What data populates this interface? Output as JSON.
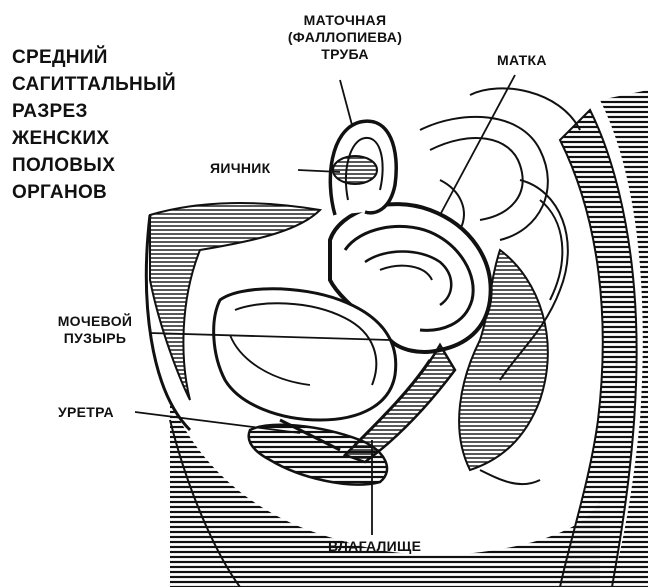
{
  "title": {
    "lines": [
      "СРЕДНИЙ",
      "САГИТТАЛЬНЫЙ",
      "РАЗРЕЗ",
      "ЖЕНСКИХ",
      "ПОЛОВЫХ",
      "ОРГАНОВ"
    ]
  },
  "labels": {
    "tube": [
      "МАТОЧНАЯ",
      "(ФАЛЛОПИЕВА)",
      "ТРУБА"
    ],
    "uterus": "МАТКА",
    "ovary": "ЯИЧНИК",
    "bladder": [
      "МОЧЕВОЙ",
      "ПУЗЫРЬ"
    ],
    "urethra": "УРЕТРА",
    "vagina": "ВЛАГАЛИЩЕ"
  },
  "colors": {
    "ink": "#111111",
    "paper": "#ffffff"
  }
}
